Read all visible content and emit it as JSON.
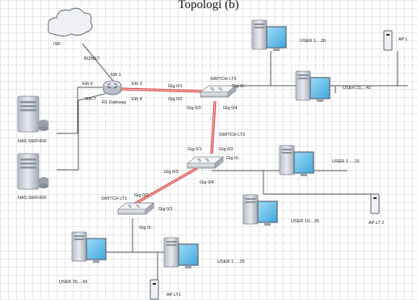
{
  "title": "Topologi (b)",
  "nodes": {
    "isp": "ISP",
    "biznet": "BIZNET",
    "r1_gateway": "R1 Gateway",
    "switch_lt3": "SWITCH LT3",
    "switch_lt2": "SWITCH LT2",
    "switch_lt1": "SWITCH LT1",
    "nas_server_1": "NAS SERVER",
    "nas_server_2": "NAS SERVER",
    "user_1_20": "USER 1....20",
    "user_21_42": "USER 21....42",
    "user_1_15": "USER 1 ....15",
    "user_10_35": "USER 10....35",
    "user_1_25": "USER 1 ....25",
    "user_26_43": "USER 26....43",
    "ap_l": "AP L",
    "ap_lt2": "AP LT 2",
    "ap_lt1": "AP LT1"
  },
  "ports": {
    "eth1": "Eth 1",
    "eth3": "Eth 3",
    "eth4": "Eth 4",
    "eth6": "Eth 6",
    "eth7": "Eth 7",
    "lt3_gig01": "Gig 0/1",
    "lt3_gig02": "Gig 0/2",
    "lt3_gig03": "Gig 0/3",
    "lt3_gig04": "Gig 0/4",
    "lt3_gig0x": "Gig 0/..",
    "lt2_gig01": "Gig 0/1",
    "lt2_gig02": "Gig 0/2",
    "lt2_gig03": "Gig 0/3",
    "lt2_gig04": "Gig 0/4",
    "lt2_gig0x": "Gig 0/..",
    "lt1_gig02": "Gig 0/2",
    "lt1_gig01": "Gig 0/1",
    "lt1_gig0x": "Gig 0/.."
  },
  "colors": {
    "trunk_link": "#e04646",
    "access_link": "#555555",
    "device_body": "#d2d6de",
    "screen": "#6cc3ee"
  }
}
